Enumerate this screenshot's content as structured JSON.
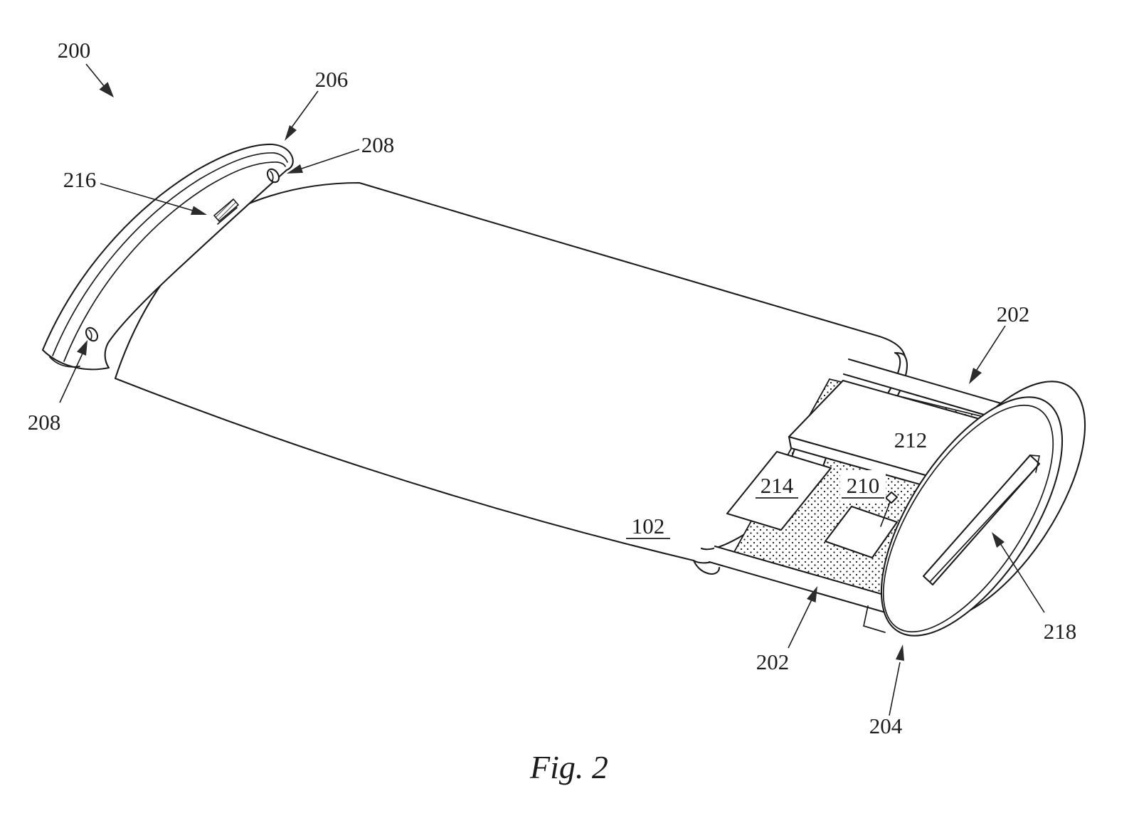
{
  "meta": {
    "figure_caption": "Fig. 2"
  },
  "colors": {
    "ink": "#1c1c1c",
    "paper": "#ffffff"
  },
  "reference_labels": {
    "assembly": "200",
    "cover_left": "206",
    "fastener_top": "208",
    "connector": "216",
    "fastener_bottom": "208",
    "housing": "102",
    "rail_top": "202",
    "board_large": "212",
    "board_small": "214",
    "substrate": "210",
    "rail_bottom": "202",
    "cover_right": "204",
    "slot": "218"
  }
}
